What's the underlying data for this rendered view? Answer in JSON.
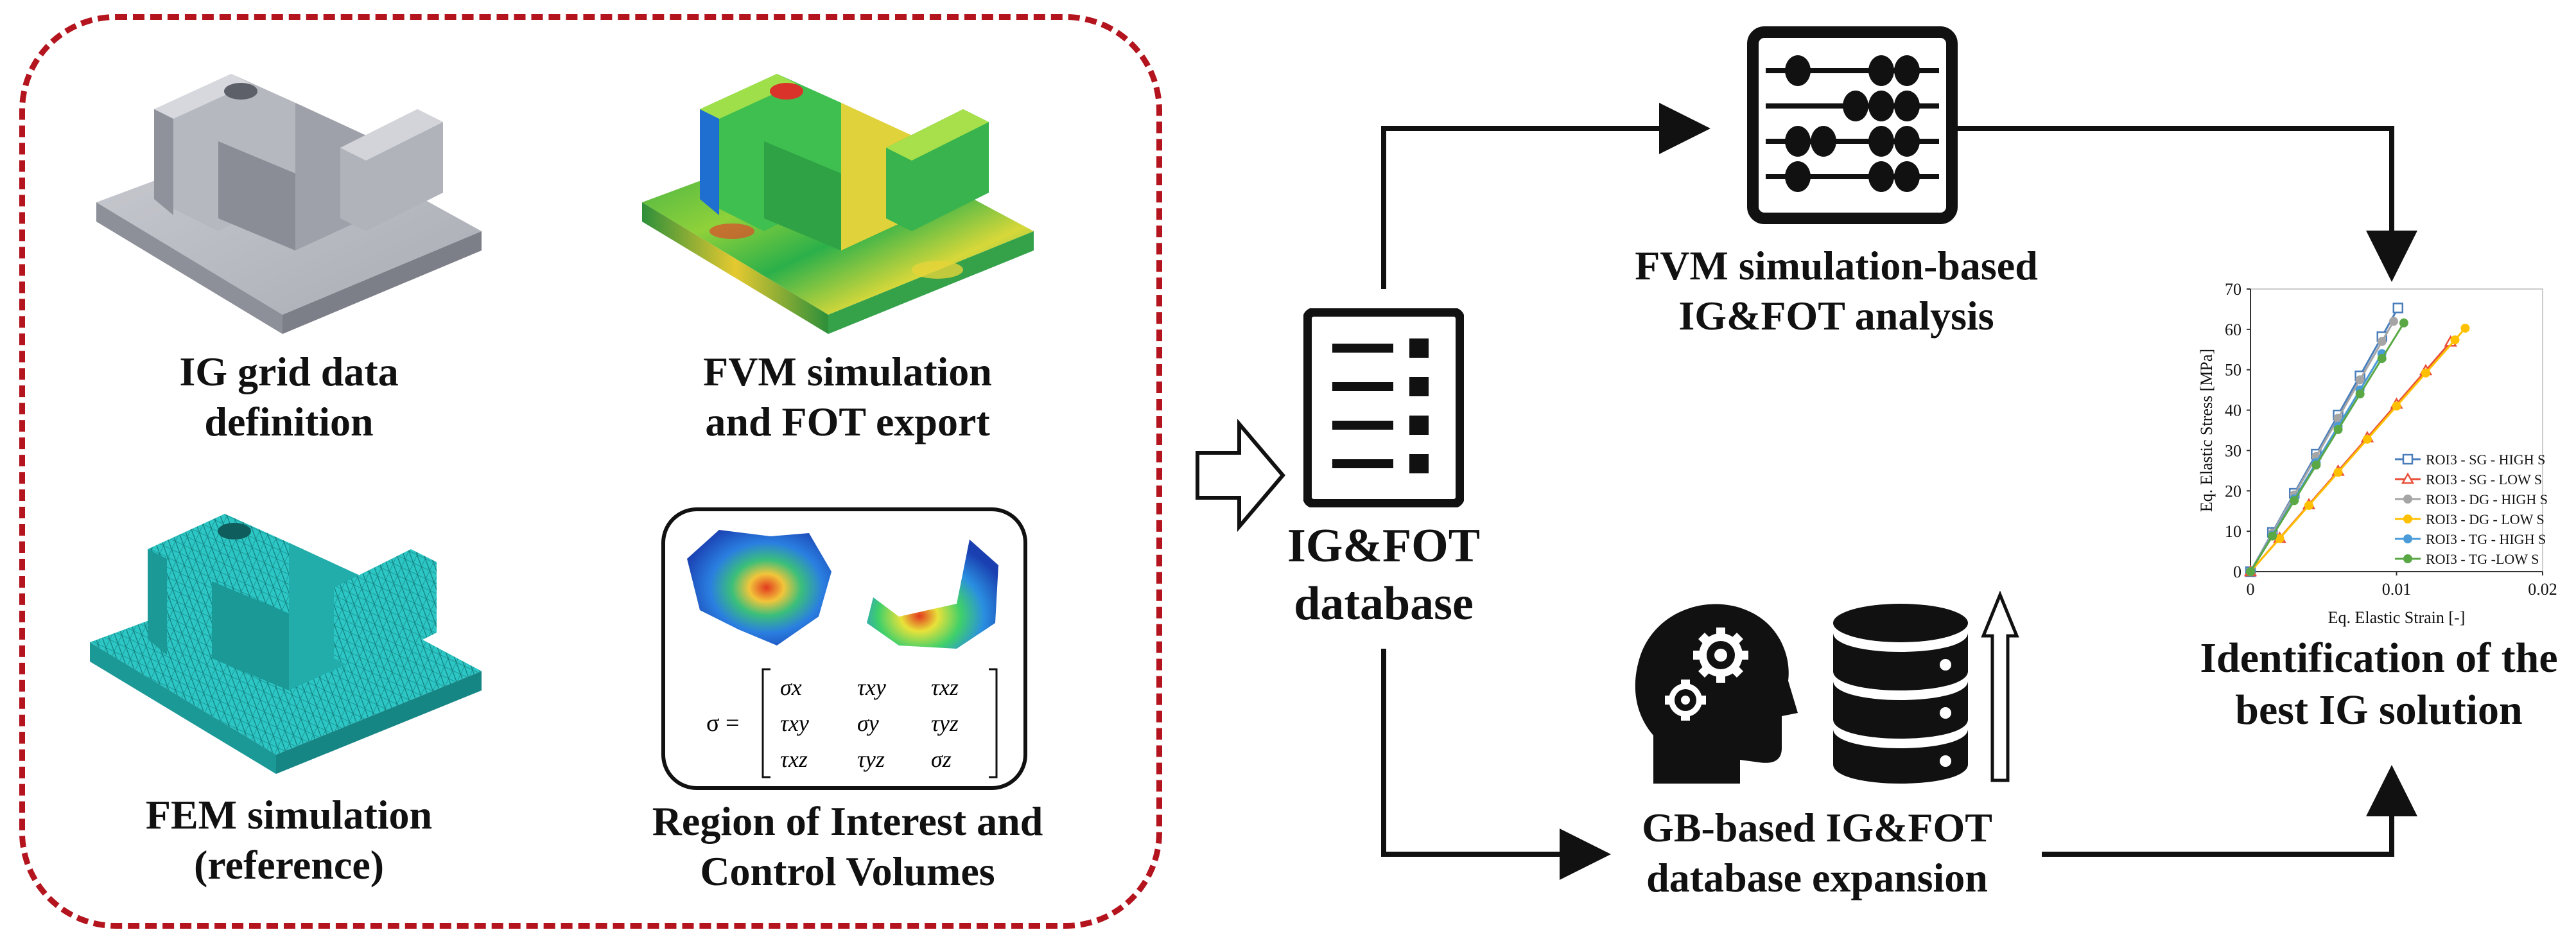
{
  "captions": {
    "ig_grid": [
      "IG grid data",
      "definition"
    ],
    "fvm_export": [
      "FVM simulation",
      "and FOT export"
    ],
    "fem_sim": [
      "FEM simulation",
      "(reference)"
    ],
    "roi": [
      "Region of Interest and",
      "Control Volumes"
    ],
    "database": [
      "IG&FOT",
      "database"
    ],
    "fvm_analysis": [
      "FVM simulation-based",
      "IG&FOT analysis"
    ],
    "gb_expansion": [
      "GB-based IG&FOT",
      "database expansion"
    ],
    "best_ig": [
      "Identification of the",
      "best IG solution"
    ]
  },
  "stress_tensor": {
    "lhs": "σ =",
    "rows": [
      [
        "σx",
        "τxy",
        "τxz"
      ],
      [
        "τxy",
        "σy",
        "τyz"
      ],
      [
        "τxz",
        "τyz",
        "σz"
      ]
    ]
  },
  "chart_data": {
    "type": "line",
    "xlabel": "Eq. Elastic Strain [-]",
    "ylabel": "Eq. Elastic Stress [MPa]",
    "xlim": [
      0,
      0.02
    ],
    "ylim": [
      0,
      70
    ],
    "xticks": [
      "0",
      "0.01",
      "0.02"
    ],
    "yticks": [
      "0",
      "10",
      "20",
      "30",
      "40",
      "50",
      "60",
      "70"
    ],
    "legend_position": "bottom-right",
    "series": [
      {
        "name": "ROI3 - SG - HIGH S",
        "color": "#4a7ebb",
        "marker": "square-open",
        "x": [
          0,
          0.0015,
          0.003,
          0.0045,
          0.006,
          0.0075,
          0.009,
          0.0101
        ],
        "y": [
          0,
          9.7,
          19.4,
          29.1,
          38.8,
          48.5,
          58.2,
          65.3
        ]
      },
      {
        "name": "ROI3 - SG - LOW S",
        "color": "#e8503a",
        "marker": "triangle-open",
        "x": [
          0,
          0.002,
          0.004,
          0.006,
          0.008,
          0.01,
          0.012,
          0.0137
        ],
        "y": [
          0,
          8.3,
          16.6,
          24.9,
          33.2,
          41.5,
          49.8,
          56.9
        ]
      },
      {
        "name": "ROI3 - DG - HIGH S",
        "color": "#a5a5a5",
        "marker": "circle",
        "x": [
          0,
          0.0015,
          0.003,
          0.0045,
          0.006,
          0.0075,
          0.009,
          0.0098
        ],
        "y": [
          0,
          9.5,
          19.0,
          28.5,
          38.0,
          47.5,
          57.0,
          62.0
        ]
      },
      {
        "name": "ROI3 - DG - LOW S",
        "color": "#ffc000",
        "marker": "circle",
        "x": [
          0,
          0.002,
          0.004,
          0.006,
          0.008,
          0.01,
          0.012,
          0.014,
          0.0147
        ],
        "y": [
          0,
          8.2,
          16.4,
          24.6,
          32.8,
          41.0,
          49.2,
          57.4,
          60.3
        ]
      },
      {
        "name": "ROI3 - TG - HIGH S",
        "color": "#4a9bd8",
        "marker": "circle",
        "x": [
          0,
          0.0015,
          0.003,
          0.0045,
          0.006,
          0.0075,
          0.009
        ],
        "y": [
          0,
          9.0,
          18.0,
          27.0,
          36.0,
          45.0,
          54.0
        ]
      },
      {
        "name": "ROI3 - TG -LOW S",
        "color": "#5aa845",
        "marker": "circle",
        "x": [
          0,
          0.0015,
          0.003,
          0.0045,
          0.006,
          0.0075,
          0.009,
          0.0105
        ],
        "y": [
          0,
          8.8,
          17.6,
          26.4,
          35.2,
          44.0,
          52.8,
          61.6
        ]
      }
    ]
  }
}
